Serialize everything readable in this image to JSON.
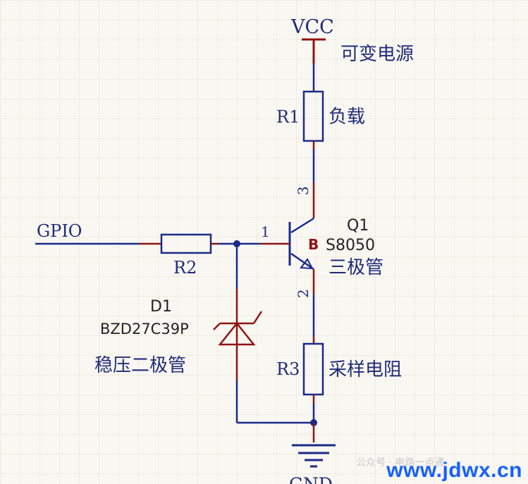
{
  "power": {
    "net": "VCC",
    "desc": "可变电源"
  },
  "ground": {
    "net": "GND"
  },
  "r1": {
    "ref": "R1",
    "desc": "负载"
  },
  "r2": {
    "ref": "R2"
  },
  "r3": {
    "ref": "R3",
    "desc": "采样电阻"
  },
  "gpio": {
    "net": "GPIO"
  },
  "q1": {
    "ref": "Q1",
    "part": "S8050",
    "desc": "三极管",
    "pin_base": "1",
    "pin_collector": "3",
    "pin_emitter": "2",
    "pin_overlay": "B"
  },
  "d1": {
    "ref": "D1",
    "part": "BZD27C39P",
    "desc": "稳压二极管"
  },
  "watermark": {
    "faint": "公众号 · 电路一点通",
    "site": "www.jdwx.cn"
  },
  "colors": {
    "wire": "#1a2a8a",
    "component": "#8e1414",
    "text": "#1f2d7a",
    "grid": "#e6e2d8",
    "watermark": "#1560ff"
  }
}
